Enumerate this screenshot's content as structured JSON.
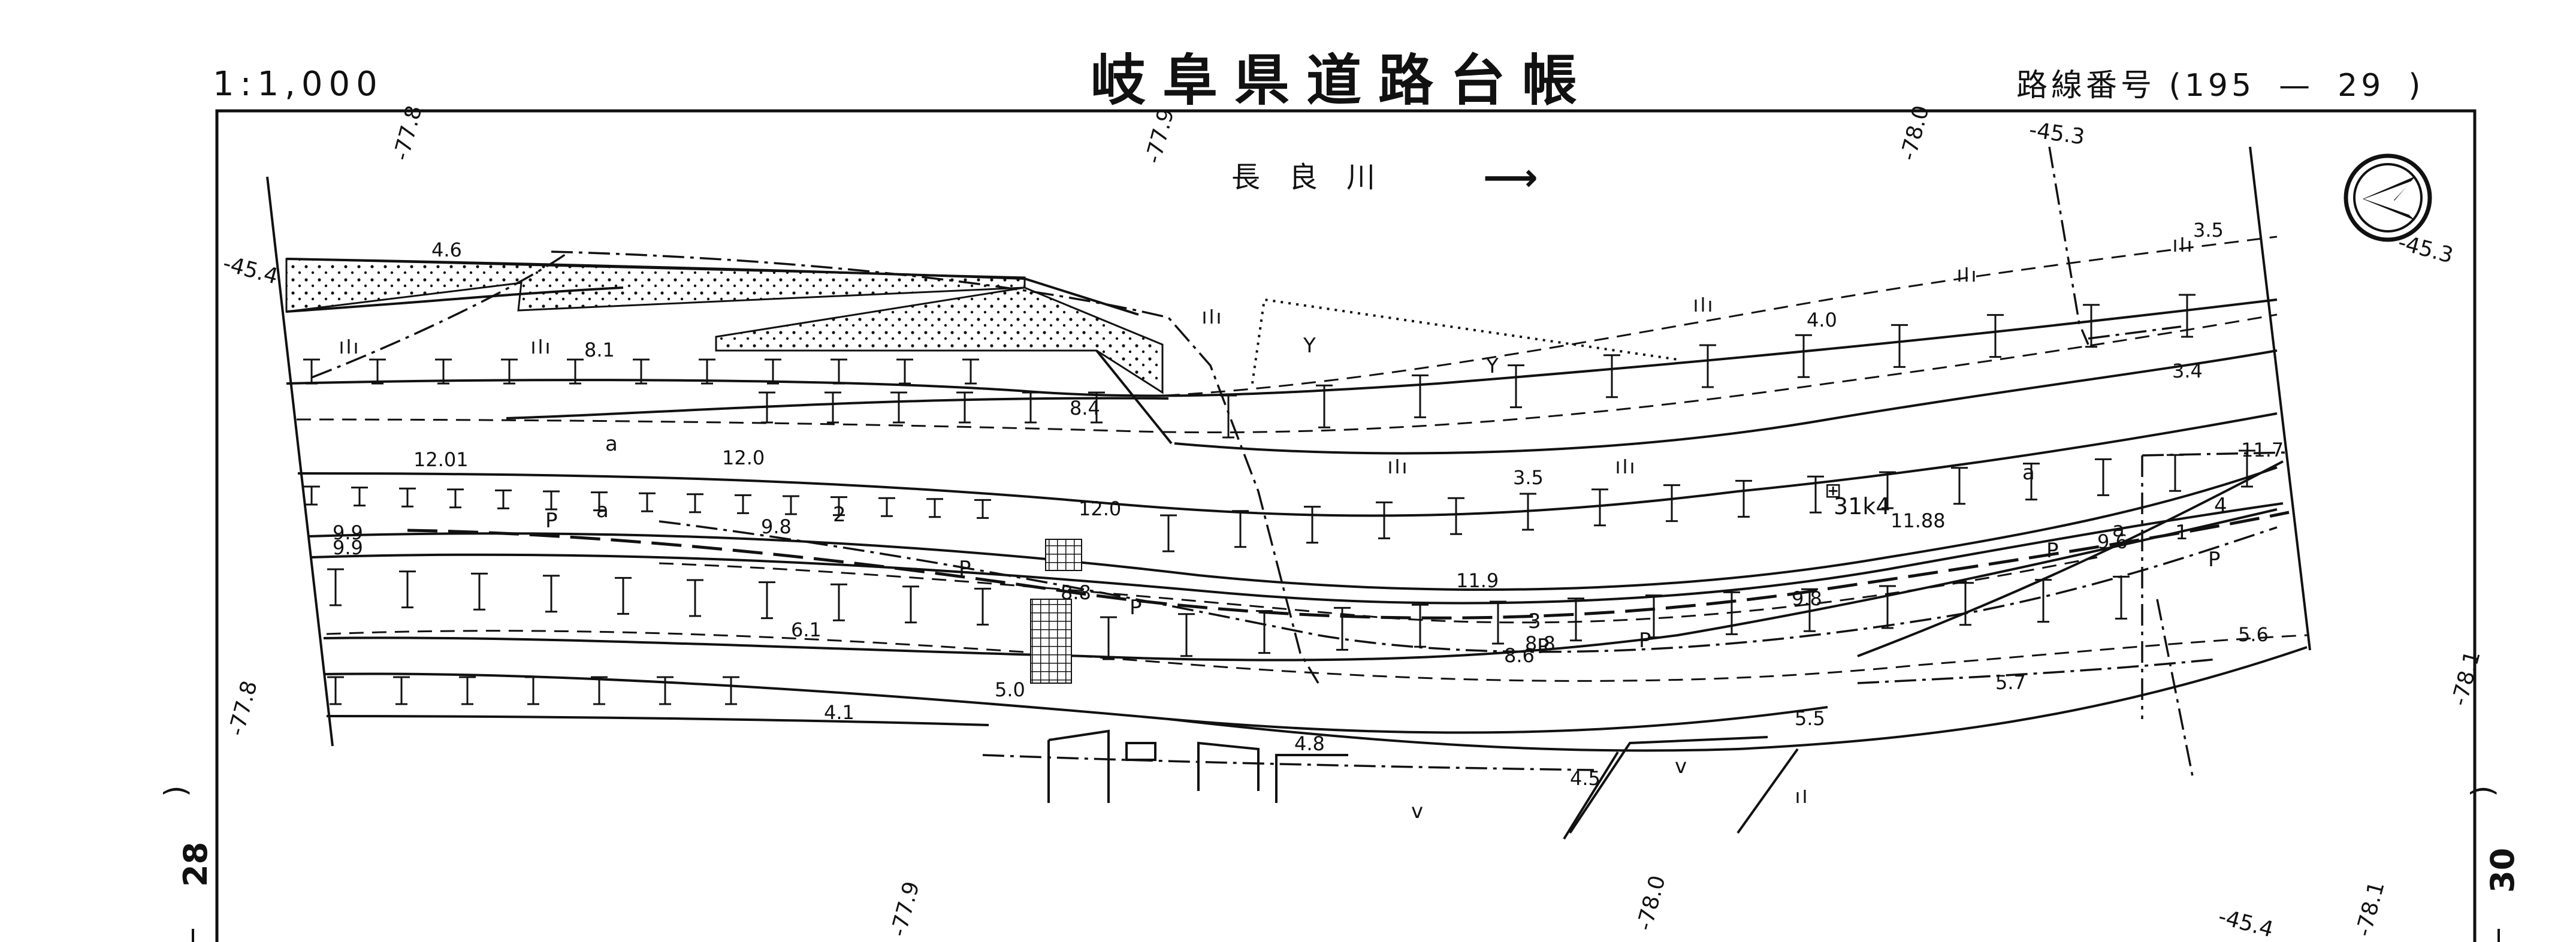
{
  "header": {
    "title": "岐阜県道路台帳",
    "scale": "1:1,000",
    "route_label": "路線番号",
    "route_open": "(",
    "route_major": "195",
    "route_dash": "—",
    "route_minor": "29",
    "route_close": ")"
  },
  "river": {
    "name": "長　良　川",
    "arrow": "⟶"
  },
  "sheet_refs": {
    "left": "28",
    "right": "30",
    "paren": ")"
  },
  "grid_labels": {
    "a": "-77.8",
    "b": "-77.9",
    "c": "-78.0",
    "d": "-78.1",
    "e": "-45.4",
    "f": "-45.3"
  },
  "elevations": {
    "e46": "4.6",
    "e81": "8.1",
    "e84": "8.4",
    "e1201": "12.01",
    "e120a": "12.0",
    "e120b": "12.0",
    "e99a": "9.9",
    "e99b": "9.9",
    "e98a": "9.8",
    "e88a": "8.8",
    "e61": "6.1",
    "e41": "4.1",
    "e50": "5.0",
    "e48": "4.8",
    "e45": "4.5",
    "e55": "5.5",
    "e57": "5.7",
    "e56": "5.6",
    "e117": "11.7",
    "e34": "3.4",
    "e35": "3.5",
    "e40": "4.0",
    "e35b": "3.5",
    "e1188": "11.88",
    "e119": "11.9",
    "e98b": "9.8",
    "e96": "9.6",
    "e86": "8.6",
    "e88b": "8.8",
    "km": "31k4"
  },
  "symbols": {
    "p": "P",
    "a": "a",
    "n1": "1",
    "n2": "2",
    "n3": "3",
    "n4": "4",
    "y": "Y",
    "v": "v",
    "grass": "ıı",
    "boxed1": "⊞"
  },
  "north_symbol": "north-arrow"
}
